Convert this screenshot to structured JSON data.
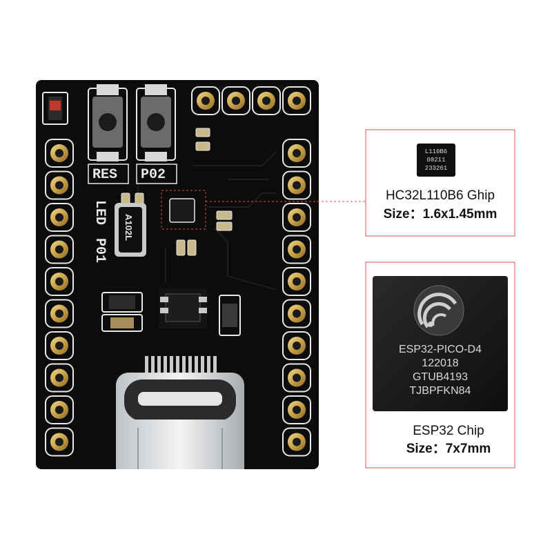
{
  "board": {
    "silkscreen_res": "RES",
    "silkscreen_p02": "P02",
    "silkscreen_led": "LED",
    "silkscreen_p01": "P01",
    "crystal_marking": "A102L"
  },
  "small_chip": {
    "marking_line1": "L110B6",
    "marking_line2": "08211",
    "marking_line3": "233261",
    "caption_title": "HC32L110B6 Ghip",
    "caption_size": "Size：1.6x1.45mm"
  },
  "esp_chip": {
    "marking_line1": "ESP32-PICO-D4",
    "marking_line2": "122018",
    "marking_line3": "GTUB4193",
    "marking_line4": "TJBPFKN84",
    "caption_title": "ESP32 Chip",
    "caption_size": "Size：7x7mm"
  },
  "colors": {
    "pcb": "#0c0c0c",
    "callout_border": "#d9534f",
    "pad_gold": "#c9a24a",
    "silkscreen": "#e8e8e8"
  }
}
